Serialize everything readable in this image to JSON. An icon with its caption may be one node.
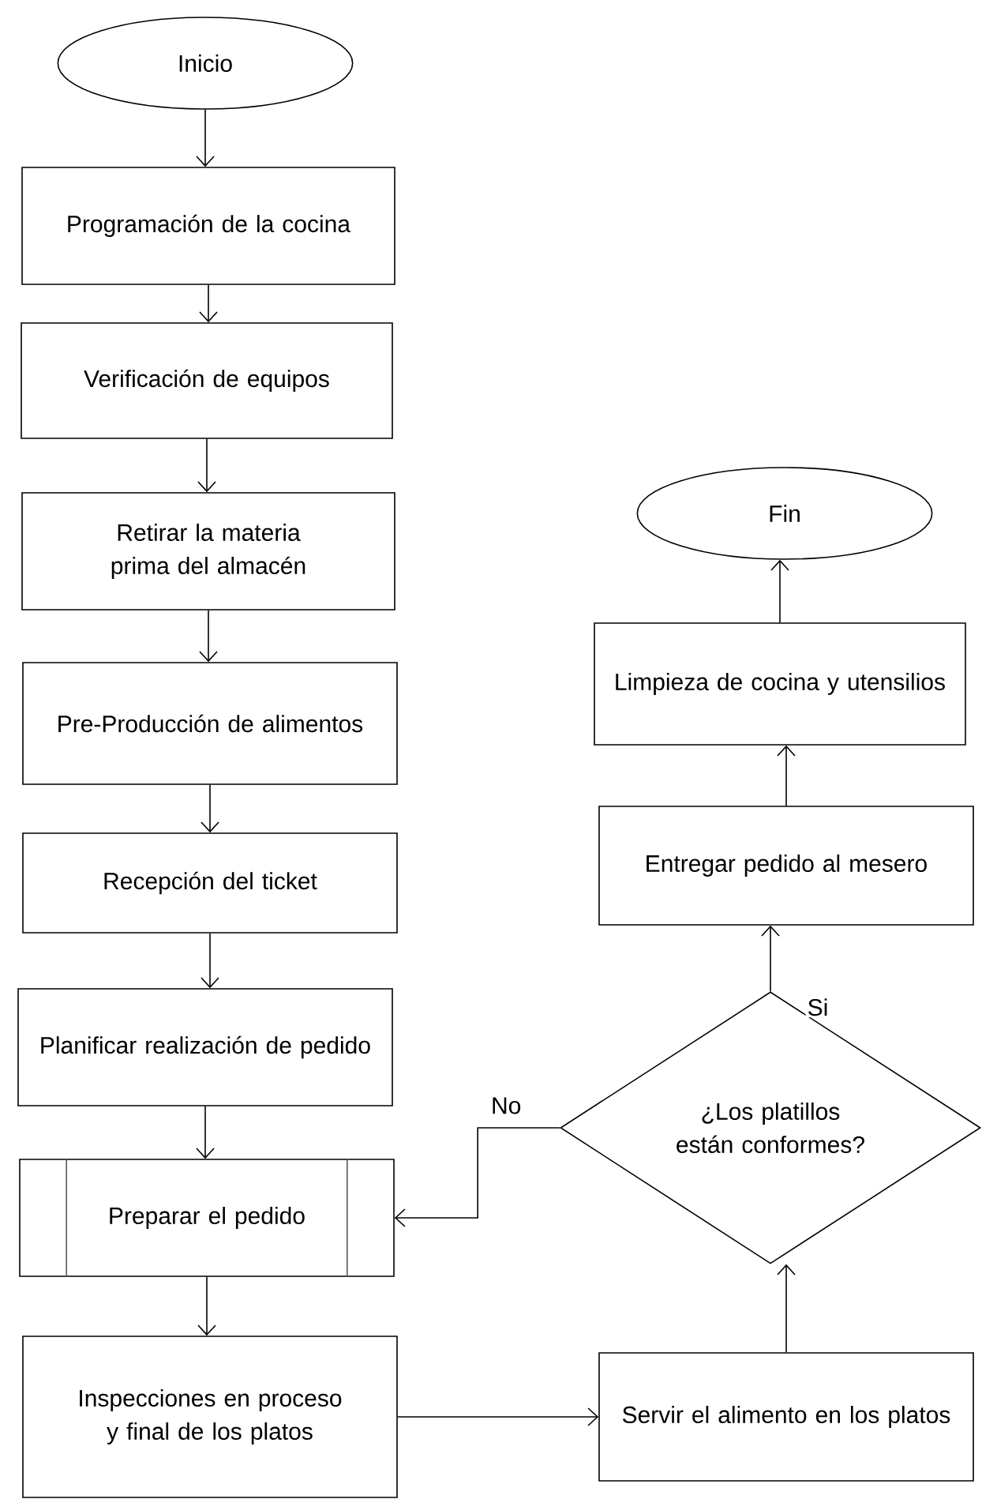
{
  "diagram": {
    "nodes": [
      {
        "text": [
          "Inicio"
        ]
      },
      {
        "text": [
          "Programación de la cocina"
        ]
      },
      {
        "text": [
          "Verificación de equipos"
        ]
      },
      {
        "text": [
          "Retirar la materia prima del almacén"
        ]
      },
      {
        "text": [
          "Pre-Producción de alimentos"
        ]
      },
      {
        "text": [
          "Recepción del ticket"
        ]
      },
      {
        "text": [
          "Planificar realización de pedido"
        ]
      },
      {
        "text": [
          "Preparar el pedido"
        ]
      },
      {
        "text": [
          "Inspecciones en proceso y final de los platos"
        ]
      },
      {
        "text": [
          "Servir el alimento en los platos"
        ]
      },
      {
        "text": [
          "¿Los platillos están conformes?"
        ]
      },
      {
        "text": [
          "Entregar pedido al mesero"
        ]
      },
      {
        "text": [
          "Limpieza de cocina y utensilios"
        ]
      },
      {
        "text": [
          "Fin"
        ]
      }
    ],
    "edges": [
      {
        "from": 0,
        "to": 1,
        "arrow": "to"
      },
      {
        "from": 1,
        "to": 2,
        "arrow": "to"
      },
      {
        "from": 2,
        "to": 3,
        "arrow": "to"
      },
      {
        "from": 3,
        "to": 4,
        "arrow": "to"
      },
      {
        "from": 4,
        "to": 5,
        "arrow": "to"
      },
      {
        "from": 5,
        "to": 6,
        "arrow": "to"
      },
      {
        "from": 6,
        "to": 7,
        "arrow": "to"
      },
      {
        "from": 7,
        "to": 8,
        "arrow": "to"
      },
      {
        "from": 8,
        "to": 9,
        "arrow": "to"
      },
      {
        "from": 9,
        "to": 10,
        "arrow": "to"
      },
      {
        "from": 10,
        "to": 11,
        "arrow": "to",
        "label": "Si"
      },
      {
        "from": 10,
        "to": 7,
        "arrow": "to",
        "label": "No"
      },
      {
        "from": 11,
        "to": 12,
        "arrow": "to"
      },
      {
        "from": 12,
        "to": 13,
        "arrow": "to"
      }
    ]
  }
}
